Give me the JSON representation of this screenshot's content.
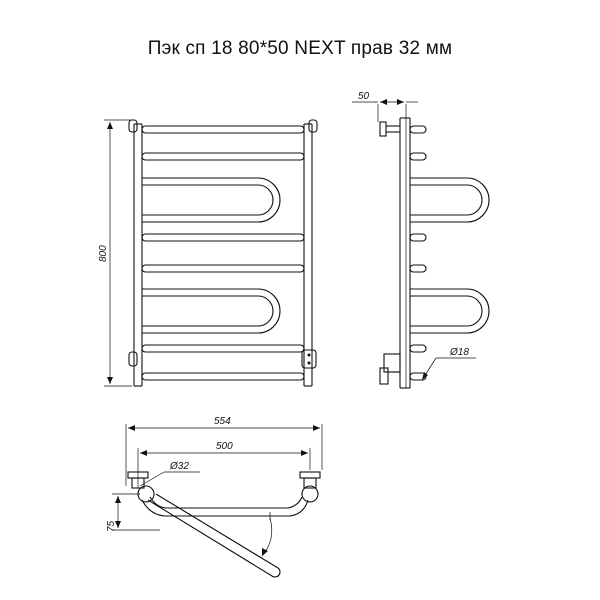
{
  "title": "Пэк сп 18 80*50 NEXT прав 32 мм",
  "dimensions": {
    "height": "800",
    "depth": "50",
    "width_total": "554",
    "width_axis": "500",
    "pipe_diameter": "Ø32",
    "bar_diameter": "Ø18",
    "offset": "75"
  }
}
